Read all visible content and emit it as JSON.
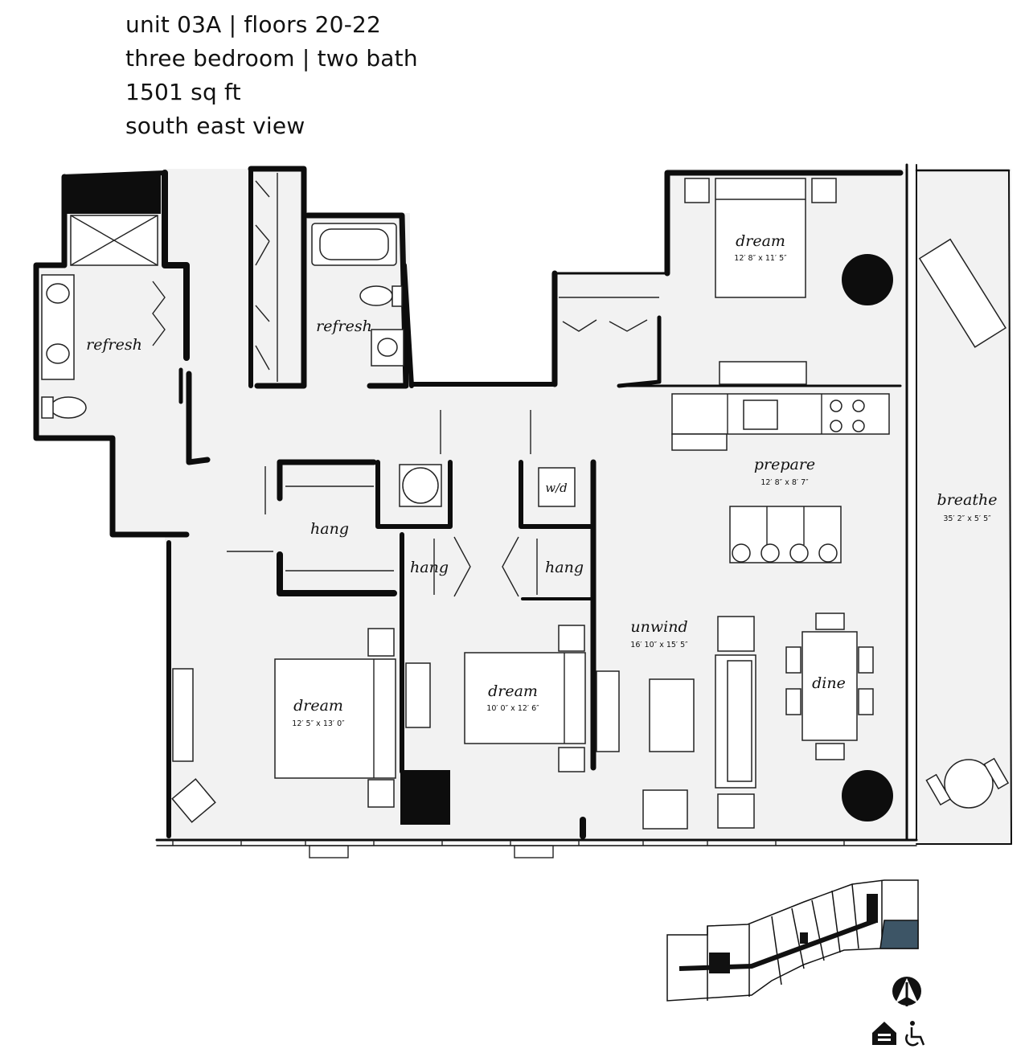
{
  "header": {
    "line1": "unit 03A | floors 20-22",
    "line2": "three bedroom | two bath",
    "line3": "1501 sq ft",
    "line4": "south east view"
  },
  "rooms": {
    "refresh_left": {
      "name": "refresh"
    },
    "refresh_mid": {
      "name": "refresh"
    },
    "dream_master": {
      "name": "dream",
      "dim": "12′ 8″ x 11′ 5″"
    },
    "prepare": {
      "name": "prepare",
      "dim": "12′ 8″ x 8′ 7″"
    },
    "breathe": {
      "name": "breathe",
      "dim": "35′ 2″ x 5′ 5″"
    },
    "hang_1": {
      "name": "hang"
    },
    "hang_2": {
      "name": "hang"
    },
    "hang_3": {
      "name": "hang"
    },
    "wd": {
      "name": "w/d"
    },
    "unwind": {
      "name": "unwind",
      "dim": "16′ 10″ x 15′ 5″"
    },
    "dine": {
      "name": "dine"
    },
    "dream_left": {
      "name": "dream",
      "dim": "12′ 5″ x 13′ 0″"
    },
    "dream_mid": {
      "name": "dream",
      "dim": "10′ 0″ x 12′ 6″"
    }
  },
  "keyplan": {
    "highlight_color": "#3d5566",
    "wall_color": "#111111"
  },
  "colors": {
    "floor": "#f2f2f2",
    "wall": "#0d0d0d"
  },
  "icons": [
    "north-arrow-icon",
    "equal-housing-icon",
    "accessibility-icon"
  ]
}
